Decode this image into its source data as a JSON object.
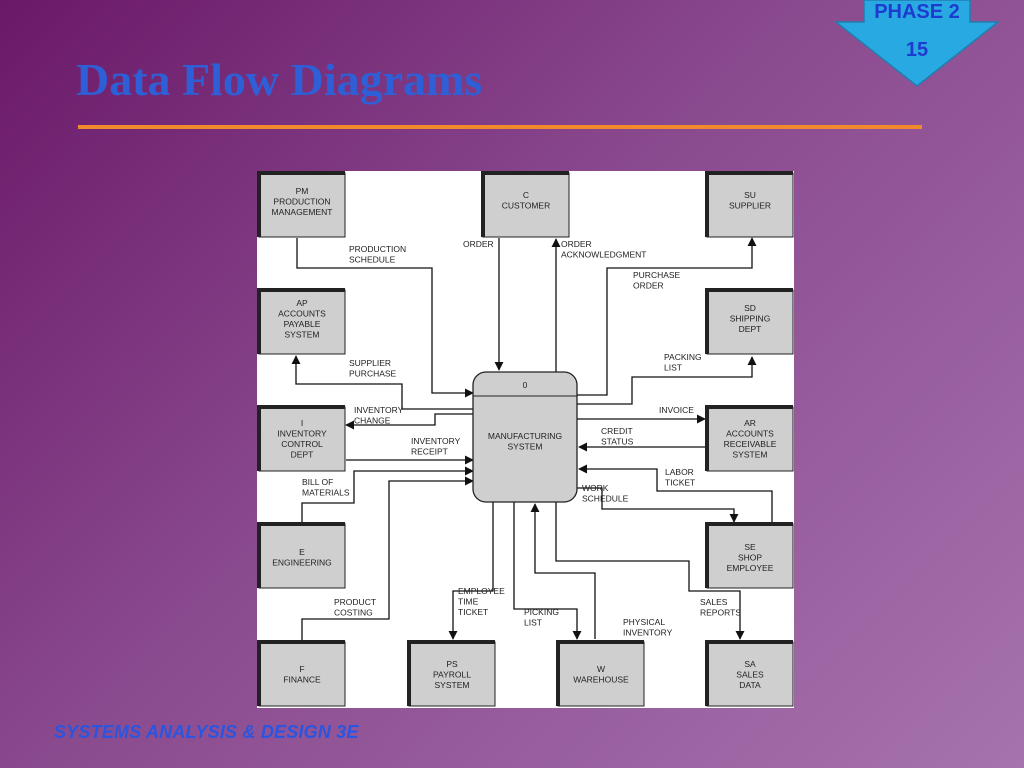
{
  "slide": {
    "title": "Data Flow Diagrams",
    "phase_label": "PHASE 2",
    "phase_number": "15",
    "footer": "SYSTEMS ANALYSIS & DESIGN 3E"
  },
  "colors": {
    "title": "#2f5fd6",
    "rule": "#f08a2c",
    "badge_fill": "#29a9e1",
    "box_fill": "#cfcfcf"
  },
  "diagram": {
    "process": {
      "id": "0",
      "name": "MANUFACTURING\nSYSTEM"
    },
    "entities": {
      "pm": {
        "id": "PM",
        "name": "PRODUCTION\nMANAGEMENT"
      },
      "c": {
        "id": "C",
        "name": "CUSTOMER"
      },
      "su": {
        "id": "SU",
        "name": "SUPPLIER"
      },
      "ap": {
        "id": "AP",
        "name": "ACCOUNTS\nPAYABLE\nSYSTEM"
      },
      "sd": {
        "id": "SD",
        "name": "SHIPPING\nDEPT"
      },
      "i": {
        "id": "I",
        "name": "INVENTORY\nCONTROL\nDEPT"
      },
      "ar": {
        "id": "AR",
        "name": "ACCOUNTS\nRECEIVABLE\nSYSTEM"
      },
      "e": {
        "id": "E",
        "name": "ENGINEERING"
      },
      "se": {
        "id": "SE",
        "name": "SHOP\nEMPLOYEE"
      },
      "f": {
        "id": "F",
        "name": "FINANCE"
      },
      "ps": {
        "id": "PS",
        "name": "PAYROLL\nSYSTEM"
      },
      "w": {
        "id": "W",
        "name": "WAREHOUSE"
      },
      "sa": {
        "id": "SA",
        "name": "SALES\nDATA"
      }
    },
    "flows": {
      "production_schedule": "PRODUCTION\nSCHEDULE",
      "order": "ORDER",
      "order_ack": "ORDER\nACKNOWLEDGMENT",
      "purchase_order": "PURCHASE\nORDER",
      "supplier_purchase": "SUPPLIER\nPURCHASE",
      "packing_list": "PACKING\nLIST",
      "inventory_change": "INVENTORY\nCHANGE",
      "invoice": "INVOICE",
      "inventory_receipt": "INVENTORY\nRECEIPT",
      "credit_status": "CREDIT\nSTATUS",
      "bill_of_materials": "BILL OF\nMATERIALS",
      "labor_ticket": "LABOR\nTICKET",
      "work_schedule": "WORK\nSCHEDULE",
      "product_costing": "PRODUCT\nCOSTING",
      "employee_time_ticket": "EMPLOYEE\nTIME\nTICKET",
      "picking_list": "PICKING\nLIST",
      "physical_inventory": "PHYSICAL\nINVENTORY",
      "sales_reports": "SALES\nREPORTS"
    }
  }
}
